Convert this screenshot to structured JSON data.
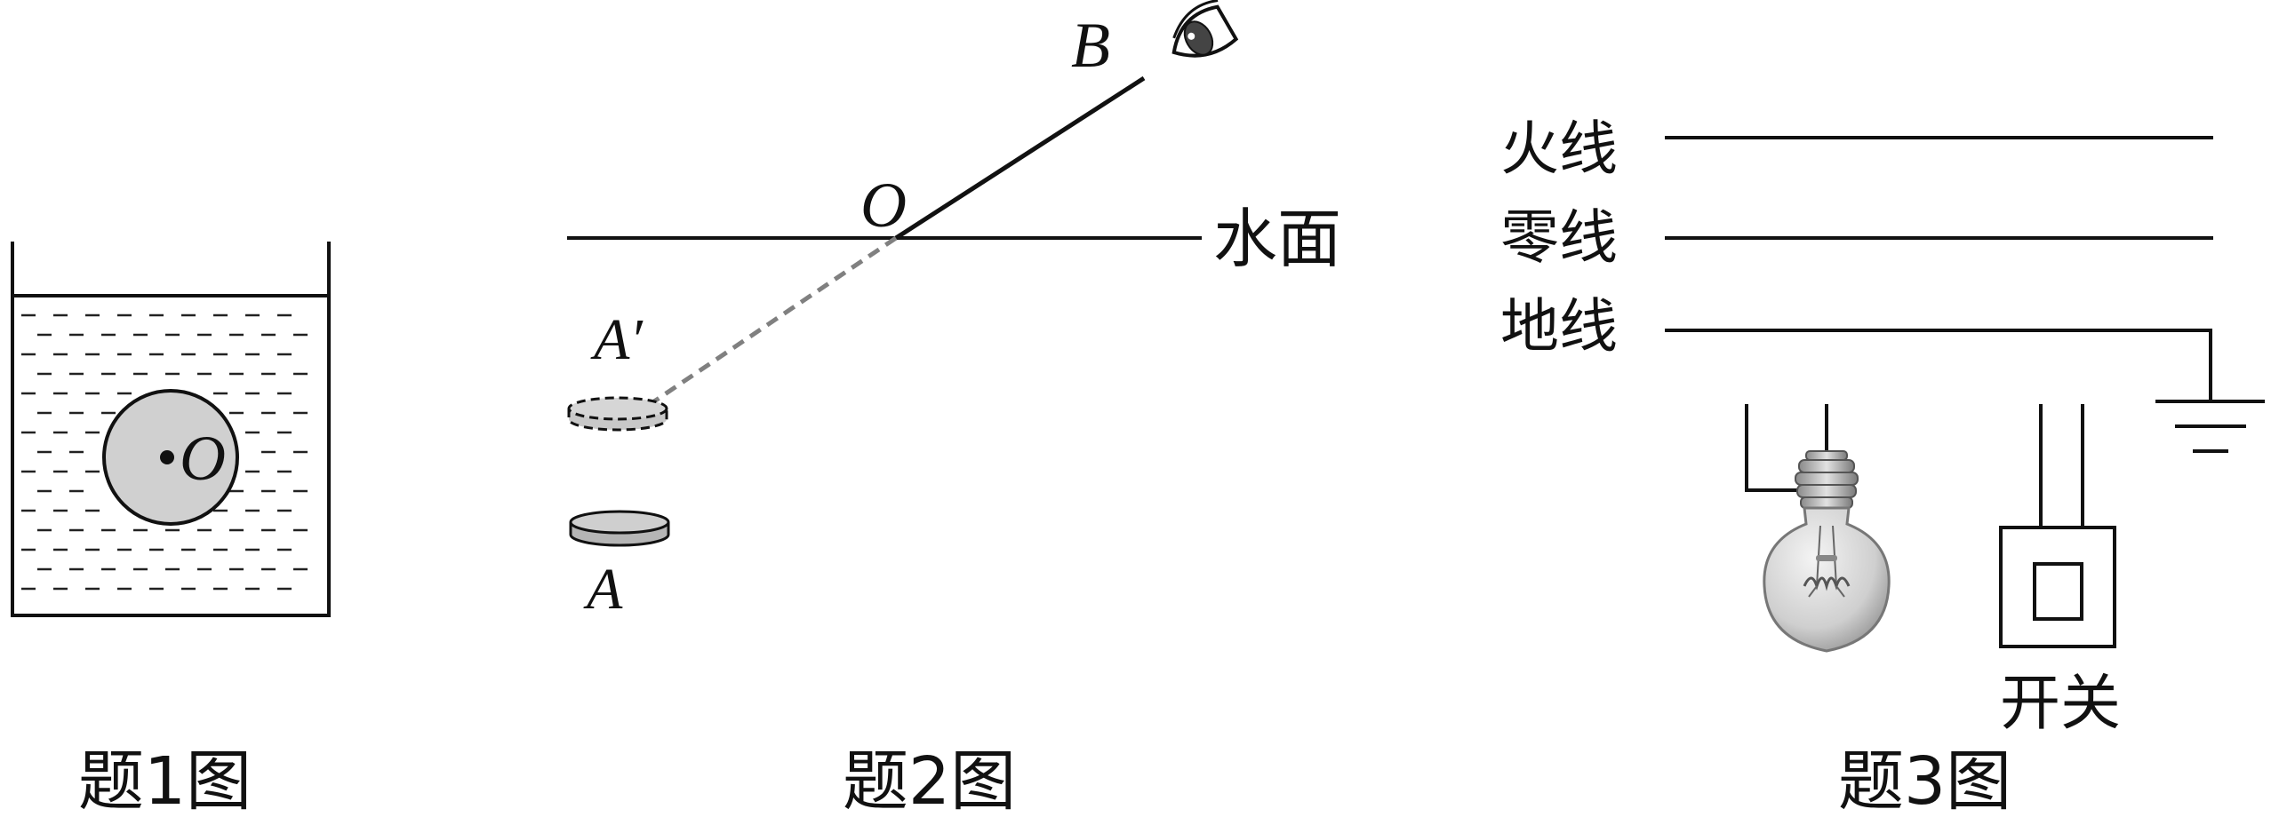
{
  "figure1": {
    "caption": "题1图",
    "center_label": "O"
  },
  "figure2": {
    "caption": "题2图",
    "label_B": "B",
    "label_O": "O",
    "label_A_image": "A′",
    "label_A": "A",
    "water_surface": "水面"
  },
  "figure3": {
    "caption": "题3图",
    "live_wire": "火线",
    "neutral_wire": "零线",
    "ground_wire": "地线",
    "switch_label": "开关"
  },
  "colors": {
    "line": "#111111",
    "ball_fill": "#d0d0d0",
    "coin_fill": "#c8c8c8",
    "dashed_ray": "#808080"
  }
}
